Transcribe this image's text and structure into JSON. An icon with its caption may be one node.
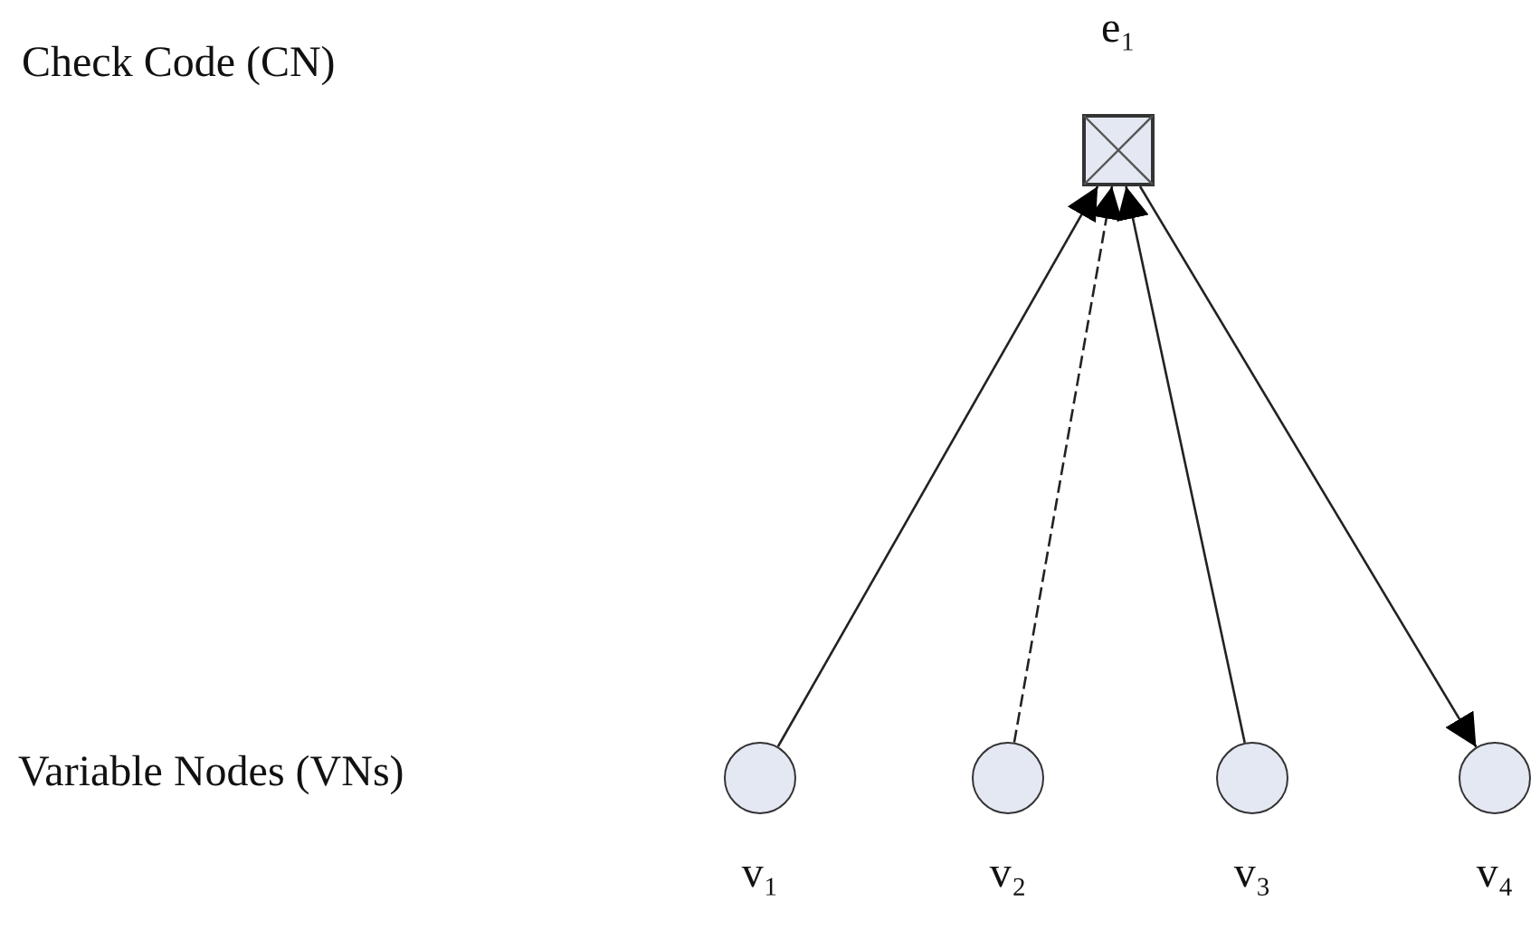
{
  "diagram": {
    "nodes": [
      {
        "text": [],
        "shape": "box",
        "beside": [
          "e₁"
        ]
      },
      {
        "text": [],
        "shape": "circle",
        "beside": [
          "v₁"
        ]
      },
      {
        "text": [],
        "shape": "circle",
        "beside": [
          "v₂"
        ]
      },
      {
        "text": [],
        "shape": "circle",
        "beside": [
          "v₃"
        ]
      },
      {
        "text": [],
        "shape": "circle",
        "beside": [
          "v₄"
        ]
      }
    ],
    "edges": [
      {
        "from": 1,
        "to": 0,
        "arrow": "to"
      },
      {
        "from": 2,
        "to": 0,
        "arrow": "to",
        "style": "dashed"
      },
      {
        "from": 3,
        "to": 0,
        "arrow": "to"
      },
      {
        "from": 0,
        "to": 4,
        "arrow": "to"
      }
    ],
    "labels": [
      "Check Code (CN)",
      "Variable Nodes (VNs)"
    ]
  }
}
